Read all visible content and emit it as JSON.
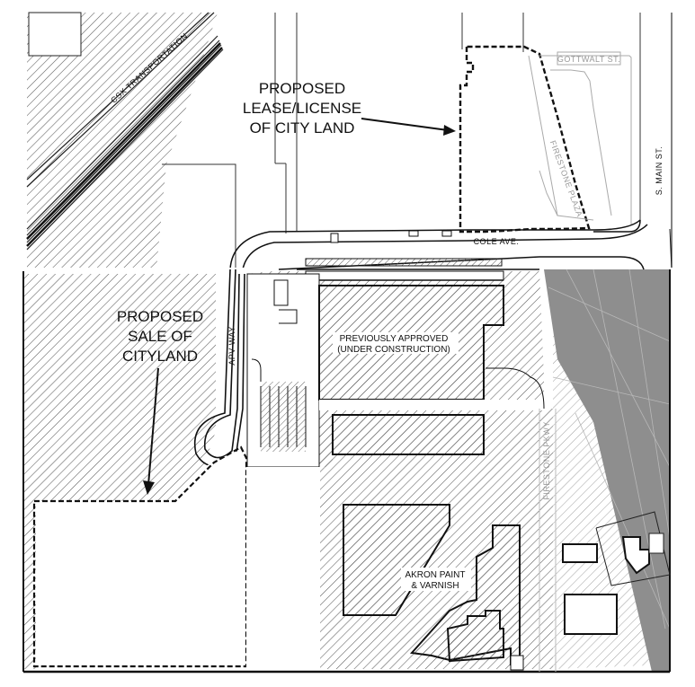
{
  "labels": {
    "lease_line1": "PROPOSED",
    "lease_line2": "LEASE/LICENSE",
    "lease_line3": "OF CITY LAND",
    "sale_line1": "PROPOSED",
    "sale_line2": "SALE OF",
    "sale_line3": "CITYLAND",
    "building_line1": "PREVIOUSLY APPROVED",
    "building_line2": "(UNDER CONSTRUCTION)",
    "akron_line1": "AKRON PAINT",
    "akron_line2": "& VARNISH"
  },
  "streets": {
    "railroad": "CSX TRANSPORTATION",
    "cole_ave": "COLE AVE.",
    "apv_way": "APV WAY",
    "firestone_plaza": "FIRESTONE PLAZA",
    "firestone_pkwy": "FIRESTONE PKWY.",
    "main_st": "S. MAIN ST.",
    "gottwalt_st": "GOTTWALT ST."
  },
  "colors": {
    "hatch": "#555555",
    "hatch_light": "#9a9a9a",
    "gray_fill": "#8e8e8e",
    "line": "#111111"
  }
}
